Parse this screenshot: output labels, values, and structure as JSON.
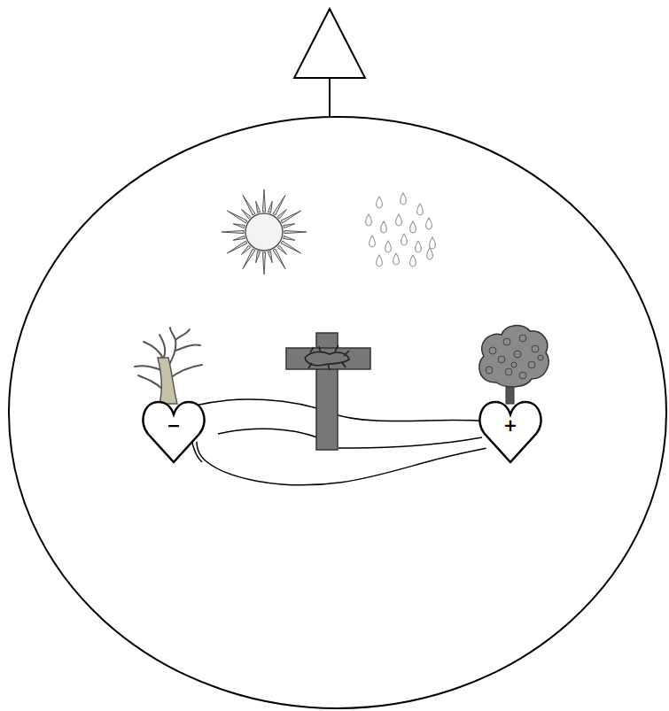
{
  "diagram": {
    "nodes": [
      {
        "text": [
          "−"
        ]
      },
      {
        "text": [
          "+"
        ]
      }
    ],
    "edges": [
      {
        "from": 0,
        "to": 1,
        "arrow": "none"
      }
    ]
  }
}
